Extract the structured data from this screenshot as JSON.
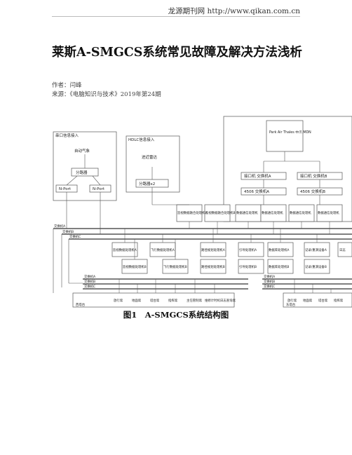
{
  "header": {
    "source_line": "龙源期刊网 http://www.qikan.com.cn"
  },
  "article": {
    "title": "莱斯A-SMGCS系统常见故障及解决方法浅析",
    "author_line": "作者：闫峰",
    "source_line": "来源：《电脑知识与技术》2019年第24期"
  },
  "figure": {
    "caption": "图1　A-SMGCS系统结构图",
    "boxes": {
      "serial_in": "串口信息接入",
      "auto_weather": "自动气象",
      "splitter_a": "分路器",
      "nport_1": "N-Port",
      "nport_2": "N-Port",
      "hdlc_in": "HDLC信息接入",
      "hdlc_src": "进近雷达",
      "splitter_b": "分路器x2",
      "park_air": "Park Air Thales 中爪 MDN",
      "iface_a": "接口机 交换机A",
      "iface_b": "接口机 交换机B",
      "sw4506_a": "4506 交换机A",
      "sw4506_b": "4506 交换机B",
      "proc_top_1": "监视数据融合处理机A",
      "proc_top_2": "监视数据融合处理机B",
      "proc_top_3": "数据通信处理机",
      "proc_top_4": "数据通信处理机",
      "proc_top_5": "数据通信处理机",
      "proc_top_6": "数据通信处理机",
      "bus_1": "交换机A",
      "bus_2": "交换机B",
      "bus_3": "交换机C",
      "row1_1": "监视数据处理机A",
      "row1_2": "飞行数据处理机A",
      "row1_3": "路径规划处理机A",
      "row1_4": "引导处理机A",
      "row1_5": "数据库处理机A",
      "row1_6": "记录/重演设备A",
      "row1_7": "日志",
      "row2_1": "监视数据处理机B",
      "row2_2": "飞行数据处理机B",
      "row2_3": "路径规划处理机B",
      "row2_4": "引导处理机B",
      "row2_5": "数据库处理机B",
      "row2_6": "记录/重演设备B",
      "lbus_1": "交换机A",
      "lbus_2": "交换机B",
      "lbus_3": "交换机C",
      "rbus_1": "交换机A",
      "rbus_2": "交换机B",
      "rbus_3": "交换机C",
      "west_1": "放行席",
      "west_2": "地面席",
      "west_3": "塔台席",
      "west_4": "指挥席",
      "west_5": "主任管制席",
      "west_6": "维修计时机",
      "west_7": "日志查询席",
      "west_label": "西塔台",
      "east_1": "放行席",
      "east_2": "地面席",
      "east_3": "塔台席",
      "east_4": "指挥席",
      "east_label": "东塔台"
    }
  }
}
